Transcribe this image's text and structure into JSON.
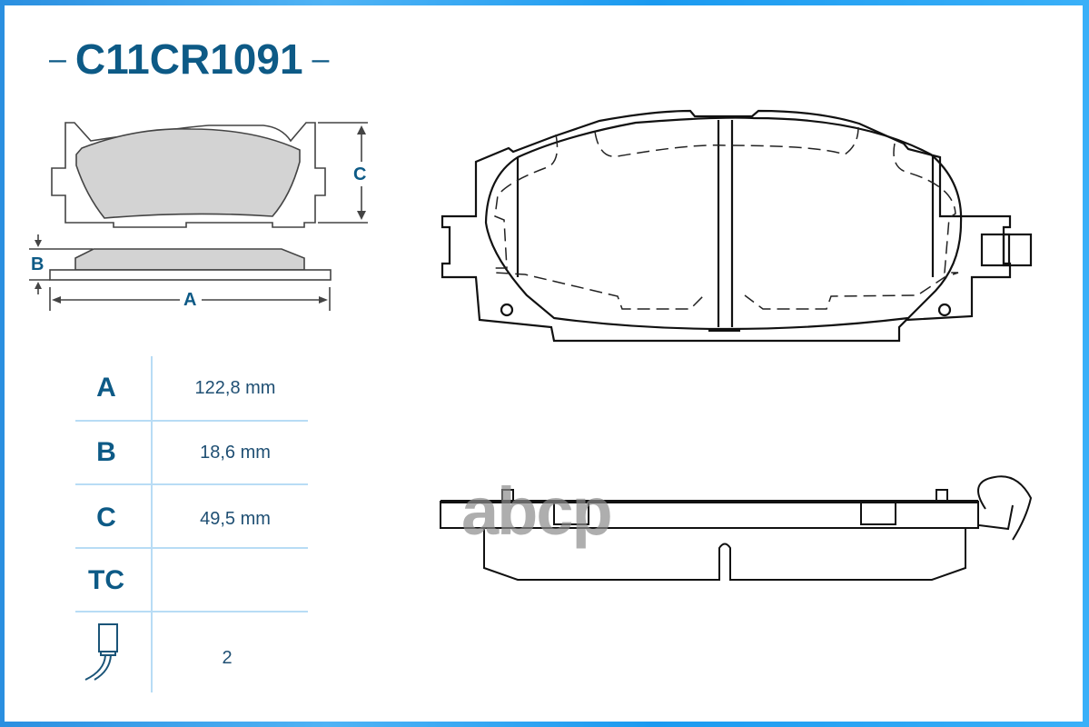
{
  "header": {
    "part_number": "C11CR1091",
    "dash_left": "–",
    "dash_right": "–"
  },
  "dimension_diagram": {
    "label_a": "A",
    "label_b": "B",
    "label_c": "C"
  },
  "specs": {
    "rows": [
      {
        "label": "A",
        "value": "122,8 mm"
      },
      {
        "label": "B",
        "value": "18,6 mm"
      },
      {
        "label": "C",
        "value": "49,5 mm"
      },
      {
        "label": "TC",
        "value": ""
      },
      {
        "label": "wear-sensor-icon",
        "value": "2"
      }
    ]
  },
  "watermark": "abcp",
  "colors": {
    "frame": "#2a9af0",
    "text_primary": "#0d5a86",
    "table_lines": "#b8dcf5",
    "pad_fill": "#d3d3d3",
    "outline": "#333333"
  }
}
